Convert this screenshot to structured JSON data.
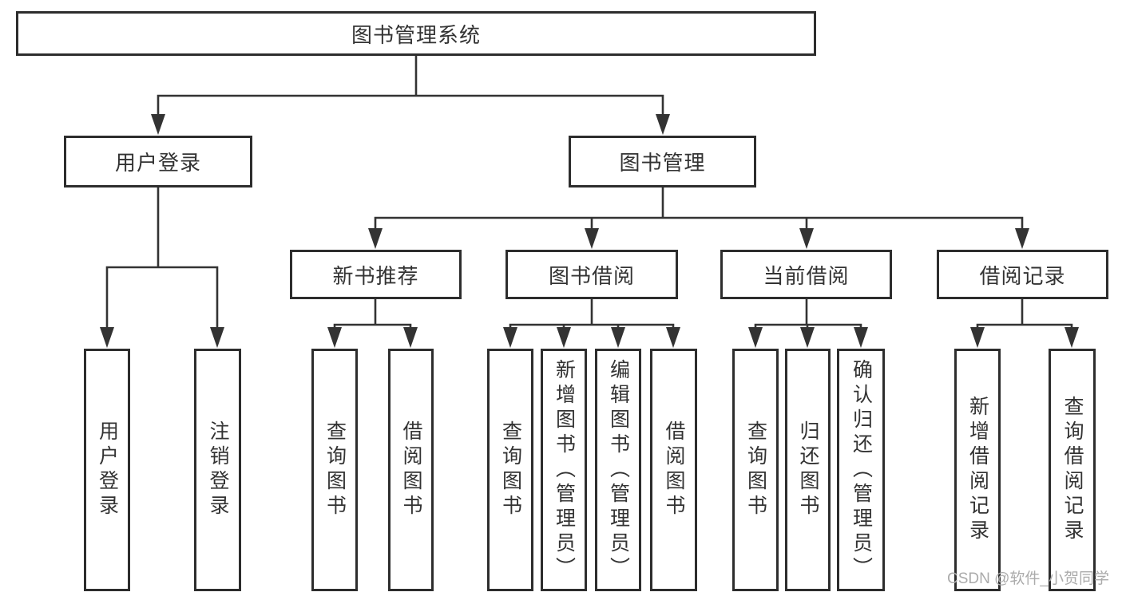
{
  "colors": {
    "line": "#333333",
    "box_border": "#2d2d2d",
    "text": "#333333",
    "watermark": "#ababab",
    "background": "#ffffff"
  },
  "tree": {
    "root": "图书管理系统",
    "branches": [
      {
        "label": "用户登录",
        "children": [
          {
            "label": "用户登录"
          },
          {
            "label": "注销登录"
          }
        ]
      },
      {
        "label": "图书管理",
        "children": [
          {
            "label": "新书推荐",
            "children": [
              {
                "label": "查询图书"
              },
              {
                "label": "借阅图书"
              }
            ]
          },
          {
            "label": "图书借阅",
            "children": [
              {
                "label": "查询图书"
              },
              {
                "label": "新增图书（管理员）"
              },
              {
                "label": "编辑图书（管理员）"
              },
              {
                "label": "借阅图书"
              }
            ]
          },
          {
            "label": "当前借阅",
            "children": [
              {
                "label": "查询图书"
              },
              {
                "label": "归还图书"
              },
              {
                "label": "确认归还（管理员）"
              }
            ]
          },
          {
            "label": "借阅记录",
            "children": [
              {
                "label": "新增借阅记录"
              },
              {
                "label": "查询借阅记录"
              }
            ]
          }
        ]
      }
    ]
  },
  "watermark": "CSDN @软件_小贺同学"
}
